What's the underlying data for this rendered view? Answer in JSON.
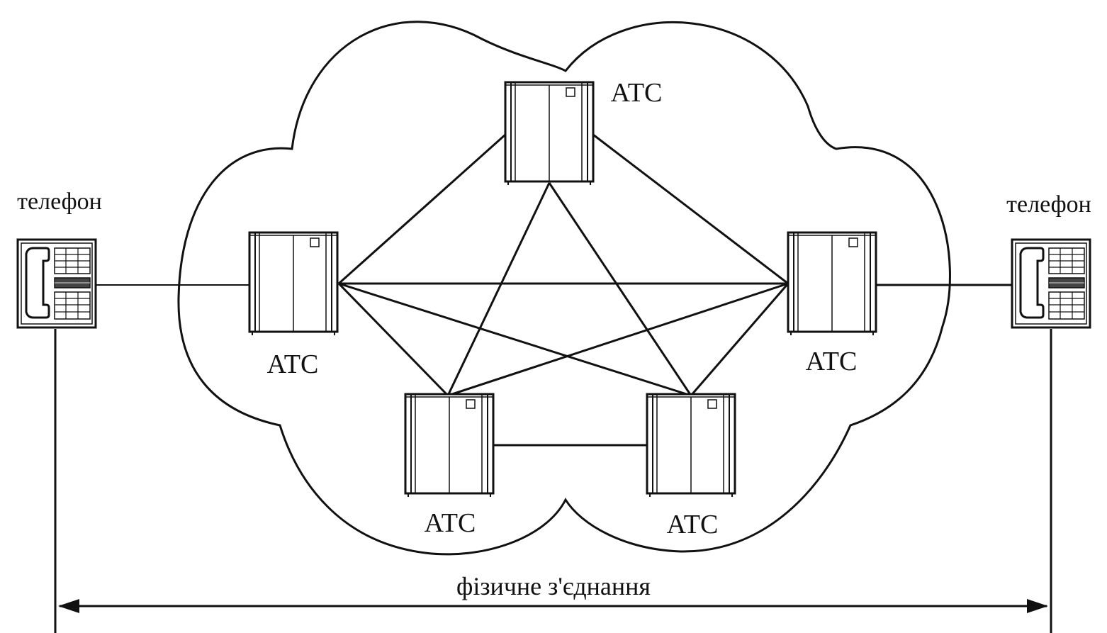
{
  "labels": {
    "phone_left": "телефон",
    "phone_right": "телефон",
    "atc_top": "АТС",
    "atc_left": "АТС",
    "atc_right": "АТС",
    "atc_bottom_left": "АТС",
    "atc_bottom_right": "АТС",
    "physical_connection": "фізичне з'єднання"
  },
  "nodes": [
    {
      "id": "phone_left",
      "kind": "telephone"
    },
    {
      "id": "phone_right",
      "kind": "telephone"
    },
    {
      "id": "atc_top",
      "kind": "exchange"
    },
    {
      "id": "atc_left",
      "kind": "exchange"
    },
    {
      "id": "atc_right",
      "kind": "exchange"
    },
    {
      "id": "atc_bottom_left",
      "kind": "exchange"
    },
    {
      "id": "atc_bottom_right",
      "kind": "exchange"
    }
  ],
  "edges": [
    [
      "phone_left",
      "atc_left"
    ],
    [
      "phone_right",
      "atc_right"
    ],
    [
      "atc_top",
      "atc_left"
    ],
    [
      "atc_top",
      "atc_right"
    ],
    [
      "atc_top",
      "atc_bottom_left"
    ],
    [
      "atc_top",
      "atc_bottom_right"
    ],
    [
      "atc_left",
      "atc_right"
    ],
    [
      "atc_left",
      "atc_bottom_left"
    ],
    [
      "atc_left",
      "atc_bottom_right"
    ],
    [
      "atc_right",
      "atc_bottom_left"
    ],
    [
      "atc_right",
      "atc_bottom_right"
    ],
    [
      "atc_bottom_left",
      "atc_bottom_right"
    ]
  ],
  "colors": {
    "ink": "#111111",
    "background": "#ffffff"
  }
}
